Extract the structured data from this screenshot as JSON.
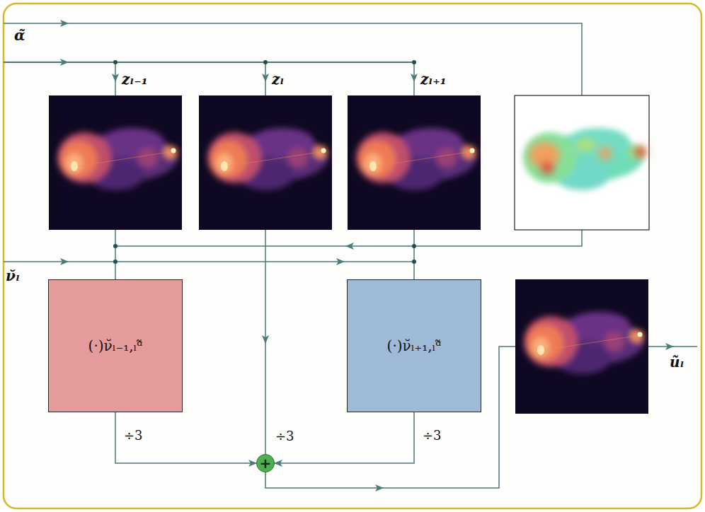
{
  "diagram": {
    "nodes": [
      {
        "text": [
          "(·)ν̆ₗ₋₁,ₗᵅ̃"
        ]
      },
      {
        "text": [
          "(·)ν̆ₗ₊₁,ₗᵅ̃"
        ]
      },
      {
        "text": [
          "+"
        ]
      }
    ],
    "edges": [
      {
        "from": 0,
        "to": 2,
        "label": "÷3",
        "arrow": "to"
      },
      {
        "from": 1,
        "to": 2,
        "label": "÷3",
        "arrow": "to"
      }
    ],
    "labels": [
      "α̃",
      "zₗ₋₁",
      "zₗ",
      "zₗ₊₁",
      "ν̆ₗ",
      "÷3",
      "ũₗ"
    ]
  }
}
